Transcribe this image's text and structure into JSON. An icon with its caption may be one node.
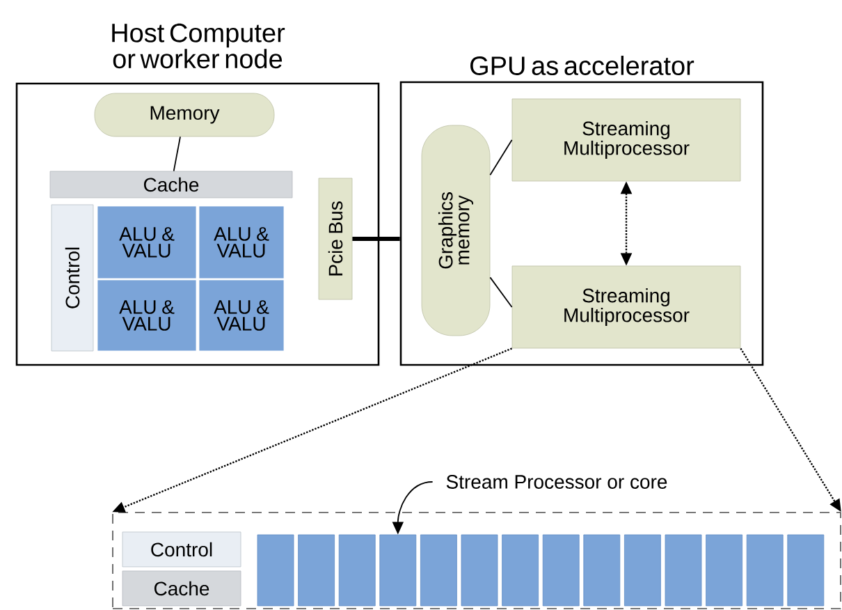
{
  "diagram": {
    "nodes": [
      {
        "text": [
          "Host Computer or worker node"
        ]
      },
      {
        "text": [
          "Memory"
        ],
        "in": 0
      },
      {
        "text": [
          "Cache"
        ],
        "in": 0
      },
      {
        "text": [
          "Control"
        ],
        "in": 0
      },
      {
        "text": [
          "ALU & VALU"
        ],
        "in": 0
      },
      {
        "text": [
          "ALU & VALU"
        ],
        "in": 0
      },
      {
        "text": [
          "ALU & VALU"
        ],
        "in": 0
      },
      {
        "text": [
          "ALU & VALU"
        ],
        "in": 0
      },
      {
        "text": [
          "Pcie Bus"
        ],
        "in": 0
      },
      {
        "text": [
          "GPU as accelerator"
        ]
      },
      {
        "text": [
          "Graphics memory"
        ],
        "in": 9
      },
      {
        "text": [
          "Streaming Multiprocessor"
        ],
        "in": 9
      },
      {
        "text": [
          "Streaming Multiprocessor"
        ],
        "in": 9
      },
      {
        "text": [],
        "shape": "box"
      },
      {
        "text": [
          "Control"
        ],
        "in": 13
      },
      {
        "text": [
          "Cache"
        ],
        "in": 13
      },
      {
        "text": [],
        "shape": "bar",
        "in": 13
      },
      {
        "text": [],
        "shape": "bar",
        "in": 13
      },
      {
        "text": [],
        "shape": "bar",
        "in": 13
      },
      {
        "text": [],
        "shape": "bar",
        "in": 13
      },
      {
        "text": [],
        "shape": "bar",
        "in": 13
      },
      {
        "text": [],
        "shape": "bar",
        "in": 13
      },
      {
        "text": [],
        "shape": "bar",
        "in": 13
      },
      {
        "text": [],
        "shape": "bar",
        "in": 13
      },
      {
        "text": [],
        "shape": "bar",
        "in": 13
      },
      {
        "text": [],
        "shape": "bar",
        "in": 13
      },
      {
        "text": [],
        "shape": "bar",
        "in": 13
      },
      {
        "text": [],
        "shape": "bar",
        "in": 13
      },
      {
        "text": [],
        "shape": "bar",
        "in": 13
      },
      {
        "text": [],
        "shape": "bar",
        "in": 13
      },
      {
        "text": [
          "Stream Processor or core"
        ]
      }
    ],
    "edges": [
      {
        "from": 1,
        "to": 2,
        "arrow": "none"
      },
      {
        "from": 8,
        "to": 9,
        "arrow": "none",
        "style": "thick"
      },
      {
        "from": 10,
        "to": 11,
        "arrow": "none"
      },
      {
        "from": 10,
        "to": 12,
        "arrow": "none"
      },
      {
        "from": 11,
        "to": 12,
        "arrow": "both",
        "style": "dashed"
      },
      {
        "from": 12,
        "to": 13,
        "arrow": "to",
        "style": "dashed"
      },
      {
        "from": 12,
        "to": 13,
        "arrow": "to",
        "style": "dashed"
      },
      {
        "from": 30,
        "to": 19,
        "arrow": "to"
      }
    ]
  }
}
